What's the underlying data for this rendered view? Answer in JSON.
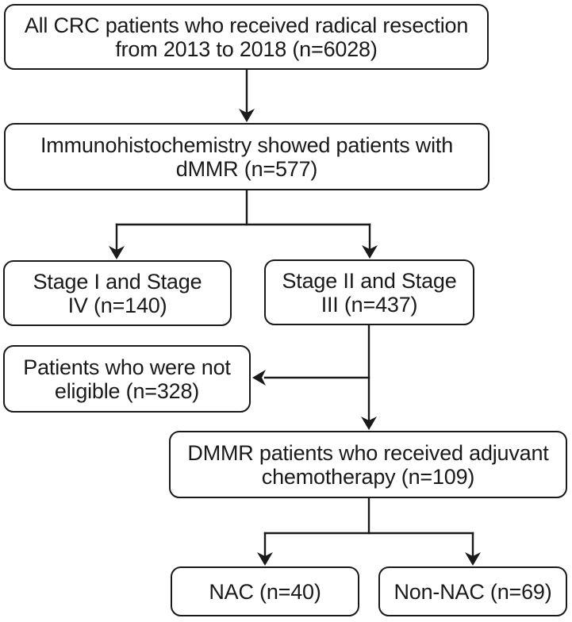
{
  "figure": {
    "type": "flowchart",
    "background_color": "#ffffff",
    "line_color": "#1a1a1a",
    "box_border_color": "#1a1a1a",
    "box_fill_color": "#ffffff",
    "text_color": "#1a1a1a"
  },
  "boxes": {
    "all_crc": {
      "lines": [
        "All CRC patients who received radical resection",
        "from 2013 to 2018 (n=6028)"
      ],
      "n": 6028
    },
    "ihc_dmmr": {
      "lines": [
        "Immunohistochemistry showed patients with",
        "dMMR (n=577)"
      ],
      "n": 577
    },
    "stage_1_4": {
      "lines": [
        "Stage I and Stage",
        "IV (n=140)"
      ],
      "n": 140
    },
    "stage_2_3": {
      "lines": [
        "Stage II and Stage",
        "III (n=437)"
      ],
      "n": 437
    },
    "not_eligible": {
      "lines": [
        "Patients who were not",
        "eligible (n=328)"
      ],
      "n": 328
    },
    "adjuvant": {
      "lines": [
        "DMMR patients who received adjuvant",
        "chemotherapy (n=109)"
      ],
      "n": 109
    },
    "nac": {
      "lines": [
        "NAC (n=40)"
      ],
      "n": 40
    },
    "non_nac": {
      "lines": [
        "Non-NAC (n=69)"
      ],
      "n": 69
    }
  },
  "edges": [
    {
      "from": "all_crc",
      "to": "ihc_dmmr"
    },
    {
      "from": "ihc_dmmr",
      "to": "stage_1_4"
    },
    {
      "from": "ihc_dmmr",
      "to": "stage_2_3"
    },
    {
      "from": "stage_2_3",
      "to": "not_eligible"
    },
    {
      "from": "stage_2_3",
      "to": "adjuvant"
    },
    {
      "from": "adjuvant",
      "to": "nac"
    },
    {
      "from": "adjuvant",
      "to": "non_nac"
    }
  ]
}
